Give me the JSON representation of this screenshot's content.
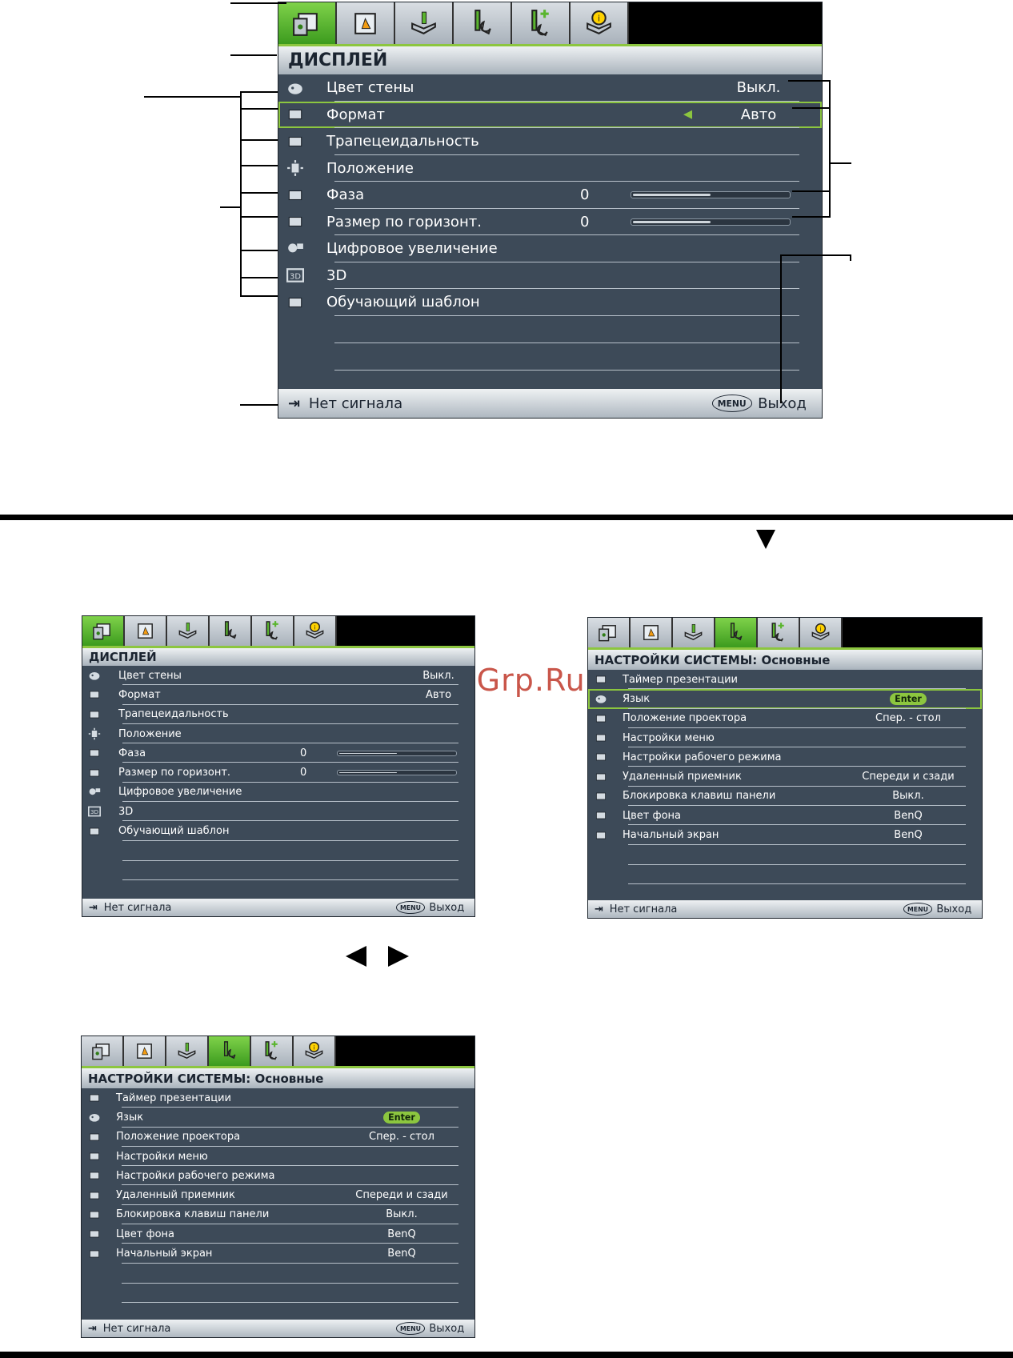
{
  "watermark": "McGrp.Ru",
  "tabs": [
    {
      "icon": "display-tab-icon"
    },
    {
      "icon": "picture-tab-icon"
    },
    {
      "icon": "source-tab-icon"
    },
    {
      "icon": "system-basic-tab-icon"
    },
    {
      "icon": "system-advanced-tab-icon"
    },
    {
      "icon": "information-tab-icon"
    }
  ],
  "display_menu": {
    "title": "ДИСПЛЕЙ",
    "items": [
      {
        "icon": "wall-color-icon",
        "label": "Цвет стены",
        "value": "Выкл."
      },
      {
        "icon": "aspect-ratio-icon",
        "label": "Формат",
        "value": "Авто"
      },
      {
        "icon": "keystone-icon",
        "label": "Трапецеидальность",
        "value": ""
      },
      {
        "icon": "position-icon",
        "label": "Положение",
        "value": ""
      },
      {
        "icon": "phase-icon",
        "label": "Фаза",
        "number": "0",
        "level": 0.5
      },
      {
        "icon": "h-size-icon",
        "label": "Размер по горизонт.",
        "number": "0",
        "level": 0.5
      },
      {
        "icon": "digital-zoom-icon",
        "label": "Цифровое увеличение",
        "value": ""
      },
      {
        "icon": "3d-icon",
        "label": "3D",
        "value": ""
      },
      {
        "icon": "teaching-template-icon",
        "label": "Обучающий шаблон",
        "value": ""
      }
    ],
    "footer": {
      "signal": "Нет сигнала",
      "menu_key": "MENU",
      "exit": "Выход"
    }
  },
  "system_menu": {
    "title": "НАСТРОЙКИ СИСТЕМЫ: Основные",
    "items": [
      {
        "icon": "presentation-timer-icon",
        "label": "Таймер презентации",
        "value": ""
      },
      {
        "icon": "language-icon",
        "label": "Язык",
        "value": "Enter"
      },
      {
        "icon": "projector-position-icon",
        "label": "Положение проектора",
        "value": "Спер. - стол"
      },
      {
        "icon": "menu-settings-icon",
        "label": "Настройки меню",
        "value": ""
      },
      {
        "icon": "operation-settings-icon",
        "label": "Настройки рабочего режима",
        "value": ""
      },
      {
        "icon": "remote-receiver-icon",
        "label": "Удаленный приемник",
        "value": "Спереди и сзади"
      },
      {
        "icon": "panel-key-lock-icon",
        "label": "Блокировка клавиш панели",
        "value": "Выкл."
      },
      {
        "icon": "background-color-icon",
        "label": "Цвет фона",
        "value": "BenQ"
      },
      {
        "icon": "splash-screen-icon",
        "label": "Начальный экран",
        "value": "BenQ"
      }
    ],
    "footer": {
      "signal": "Нет сигнала",
      "menu_key": "MENU",
      "exit": "Выход"
    }
  }
}
